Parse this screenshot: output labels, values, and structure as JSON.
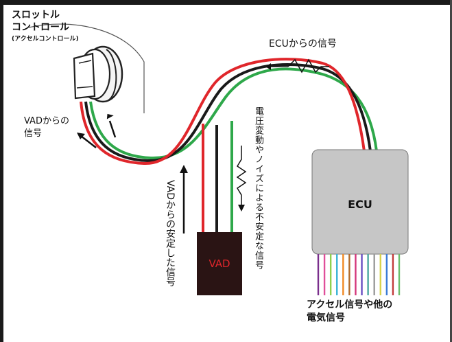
{
  "throttle": {
    "title_line1": "スロットル",
    "title_line2": "コントロール",
    "subtitle": "(アクセルコントロール)"
  },
  "ecu_signal_label": "ECUからの信号",
  "vad_signal_left": {
    "line1": "VADからの",
    "line2": "信号"
  },
  "stable_signal_label": "VADからの安定した信号",
  "unstable_signal_label": "電圧変動やノイズによる不安定な信号",
  "vad_box_label": "VAD",
  "ecu_box_label": "ECU",
  "bottom_label": {
    "line1": "アクセル信号や他の",
    "line2": "電気信号"
  },
  "colors": {
    "red_wire": "#e0262b",
    "black_wire": "#1a1a1a",
    "green_wire": "#2ea84a",
    "vad_box": "#2a1414",
    "vad_text": "#e0262b",
    "ecu_box": "#c6c6c6",
    "ecu_text": "#111111"
  },
  "bundle_wire_colors": [
    "#7a2e8c",
    "#e04e9a",
    "#8fd14f",
    "#3bb3d6",
    "#f08a24",
    "#b06a2a",
    "#d4367a",
    "#6a4fc2",
    "#4aa8a0",
    "#9a9a9a",
    "#d9d24a",
    "#3b7bd6",
    "#c23b3b",
    "#6bbf6b"
  ]
}
